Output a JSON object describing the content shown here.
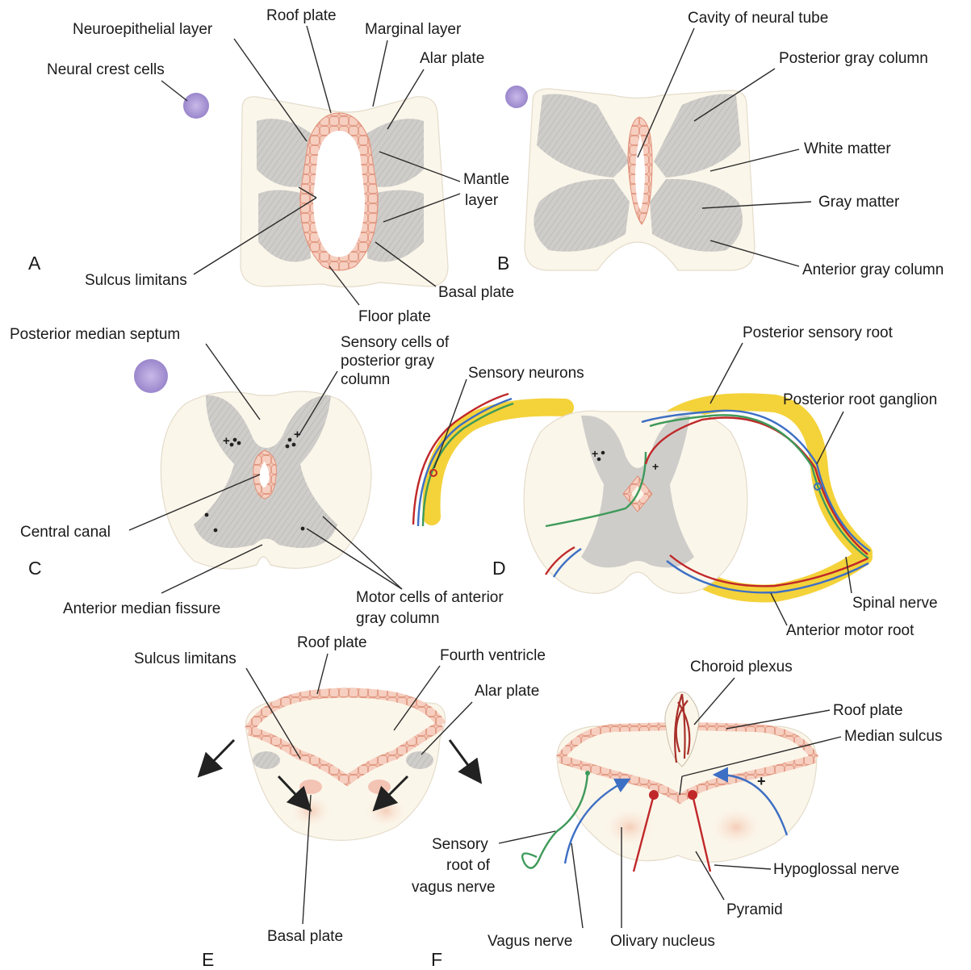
{
  "panels": {
    "A": {
      "letter": "A",
      "labels": {
        "roof_plate": "Roof plate",
        "neuroepithelial_layer": "Neuroepithelial layer",
        "marginal_layer": "Marginal layer",
        "alar_plate": "Alar plate",
        "neural_crest_cells": "Neural crest cells",
        "mantle_layer_1": "Mantle",
        "mantle_layer_2": "layer",
        "sulcus_limitans": "Sulcus limitans",
        "basal_plate": "Basal plate",
        "floor_plate": "Floor plate"
      }
    },
    "B": {
      "letter": "B",
      "labels": {
        "cavity_of_neural_tube": "Cavity of neural tube",
        "posterior_gray_column": "Posterior gray column",
        "white_matter": "White matter",
        "gray_matter": "Gray matter",
        "anterior_gray_column": "Anterior gray column"
      }
    },
    "C": {
      "letter": "C",
      "labels": {
        "posterior_median_septum": "Posterior median septum",
        "sensory_cells_1": "Sensory cells of",
        "sensory_cells_2": "posterior gray",
        "sensory_cells_3": "column",
        "central_canal": "Central canal",
        "anterior_median_fissure": "Anterior median fissure",
        "motor_cells_1": "Motor cells of anterior",
        "motor_cells_2": "gray column"
      }
    },
    "D": {
      "letter": "D",
      "labels": {
        "sensory_neurons": "Sensory neurons",
        "posterior_sensory_root": "Posterior sensory root",
        "posterior_root_ganglion": "Posterior root ganglion",
        "spinal_nerve": "Spinal nerve",
        "anterior_motor_root": "Anterior motor root"
      }
    },
    "E": {
      "letter": "E",
      "labels": {
        "sulcus_limitans": "Sulcus limitans",
        "roof_plate": "Roof plate",
        "fourth_ventricle": "Fourth ventricle",
        "alar_plate": "Alar plate",
        "basal_plate": "Basal plate"
      }
    },
    "F": {
      "letter": "F",
      "labels": {
        "choroid_plexus": "Choroid plexus",
        "roof_plate": "Roof plate",
        "median_sulcus": "Median sulcus",
        "sensory_root_1": "Sensory",
        "sensory_root_2": "root of",
        "sensory_root_3": "vagus nerve",
        "hypoglossal_nerve": "Hypoglossal nerve",
        "pyramid": "Pyramid",
        "vagus_nerve": "Vagus nerve",
        "olivary_nucleus": "Olivary nucleus"
      }
    }
  }
}
